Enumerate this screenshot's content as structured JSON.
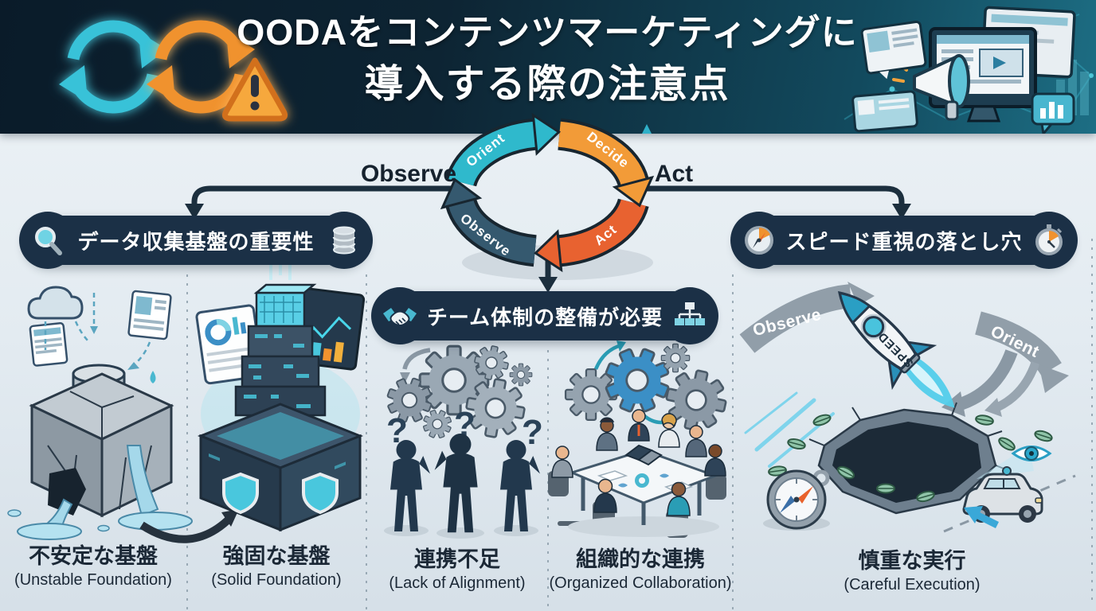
{
  "header": {
    "title_line1": "OODAをコンテンツマーケティングに",
    "title_line2": "導入する際の注意点"
  },
  "ooda_loop": {
    "segments": [
      {
        "label": "Orient",
        "color": "#2fb9cc"
      },
      {
        "label": "Decide",
        "color": "#f29b38"
      },
      {
        "label": "Act",
        "color": "#e86230"
      },
      {
        "label": "Observe",
        "color": "#35596f"
      }
    ],
    "outer_left_label": "Observe",
    "outer_right_label": "Act"
  },
  "banners": {
    "data_foundation": {
      "label": "データ収集基盤の重要性",
      "left_icon": "magnifier-icon",
      "right_icon": "database-icon"
    },
    "team_structure": {
      "label": "チーム体制の整備が必要",
      "left_icon": "handshake-icon",
      "right_icon": "org-chart-icon"
    },
    "speed_pitfall": {
      "label": "スピード重視の落とし穴",
      "left_icon": "compass-icon",
      "right_icon": "stopwatch-icon"
    }
  },
  "panels": [
    {
      "caption_ja": "不安定な基盤",
      "caption_en": "(Unstable Foundation)"
    },
    {
      "caption_ja": "強固な基盤",
      "caption_en": "(Solid Foundation)"
    },
    {
      "caption_ja": "連携不足",
      "caption_en": "(Lack of Alignment)"
    },
    {
      "caption_ja": "組織的な連携",
      "caption_en": "(Organized Collaboration)"
    },
    {
      "caption_ja": "慎重な実行",
      "caption_en": "(Careful Execution)"
    }
  ],
  "speed_scene": {
    "rocket_label": "SPEED",
    "arrow_left_label": "Observe",
    "arrow_right_label": "Orient"
  },
  "colors": {
    "header_bg": "#0d2131",
    "main_bg": "#e7edf2",
    "banner_bg": "#1b3046",
    "accent_teal": "#2ab5c9",
    "accent_orange": "#f0922e",
    "connector": "#1c2f3e"
  }
}
